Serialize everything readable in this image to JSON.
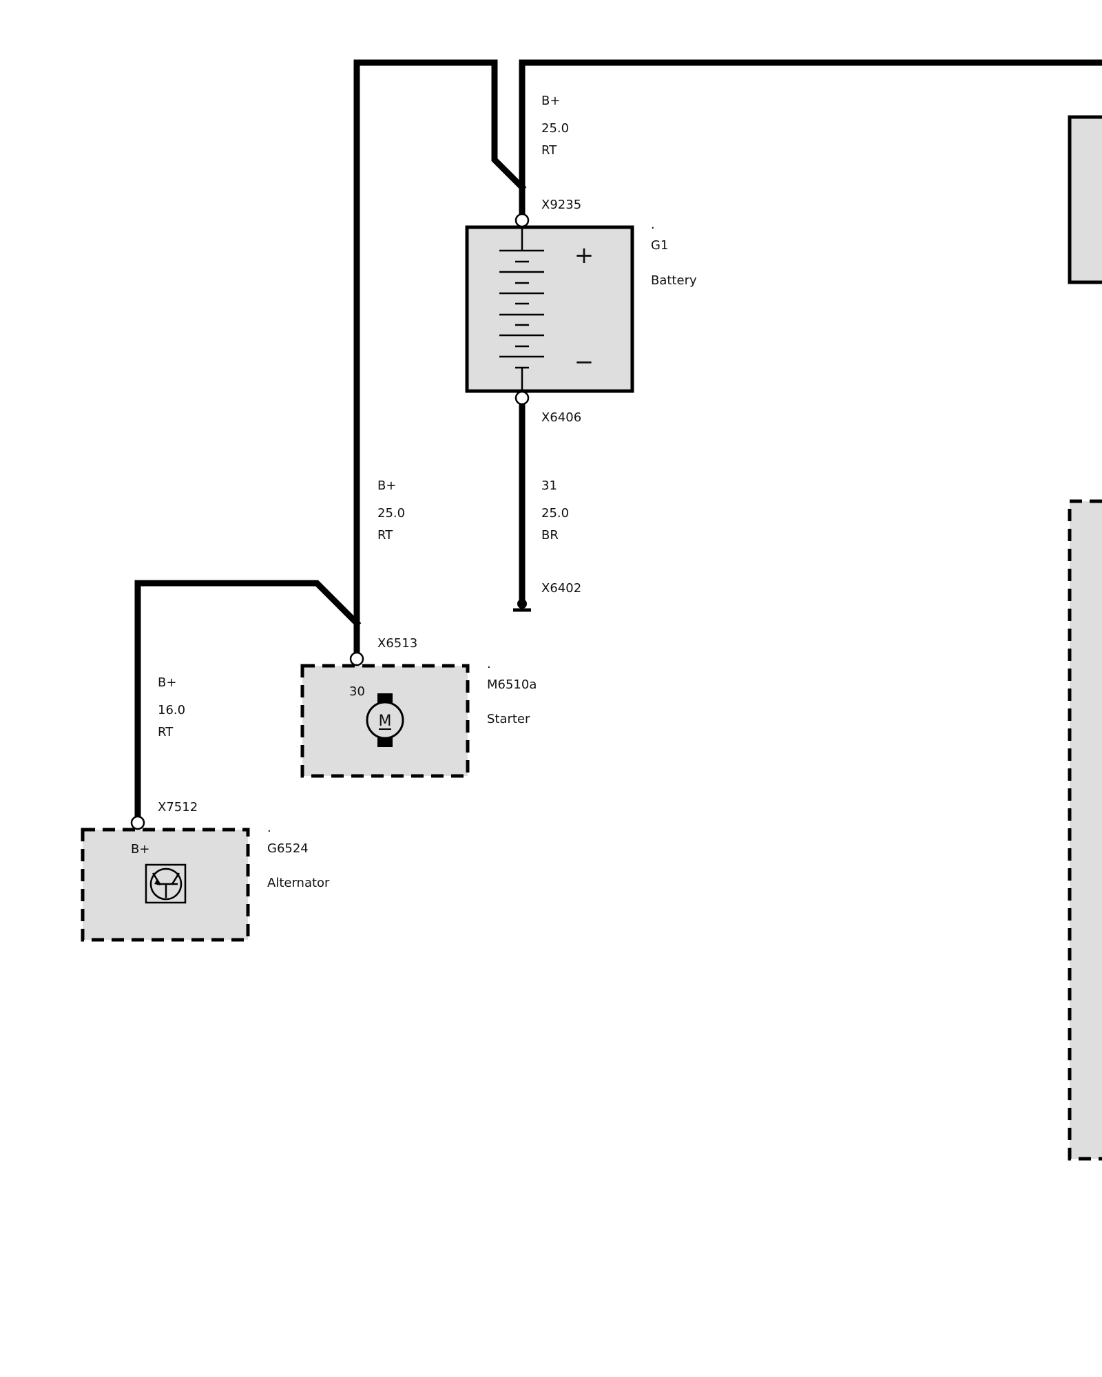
{
  "wires": {
    "battery_feed": {
      "signal": "B+",
      "size": "25.0",
      "color": "RT"
    },
    "battery_ground": {
      "signal": "31",
      "size": "25.0",
      "color": "BR"
    },
    "starter_feed": {
      "signal": "B+",
      "size": "25.0",
      "color": "RT"
    },
    "alternator_feed": {
      "signal": "B+",
      "size": "16.0",
      "color": "RT"
    }
  },
  "connectors": {
    "battery_plus": "X9235",
    "battery_minus": "X6406",
    "ground_point": "X6402",
    "starter": "X6513",
    "alternator": "X7512"
  },
  "components": {
    "battery": {
      "dot": ".",
      "id": "G1",
      "name": "Battery",
      "plus": "+",
      "minus": "−"
    },
    "starter": {
      "dot": ".",
      "id": "M6510a",
      "name": "Starter",
      "terminal": "30",
      "symbol": "M"
    },
    "alternator": {
      "dot": ".",
      "id": "G6524",
      "name": "Alternator",
      "terminal": "B+"
    }
  },
  "colors": {
    "wire": "#000000",
    "component_fill": "#dedede",
    "background": "#ffffff"
  }
}
